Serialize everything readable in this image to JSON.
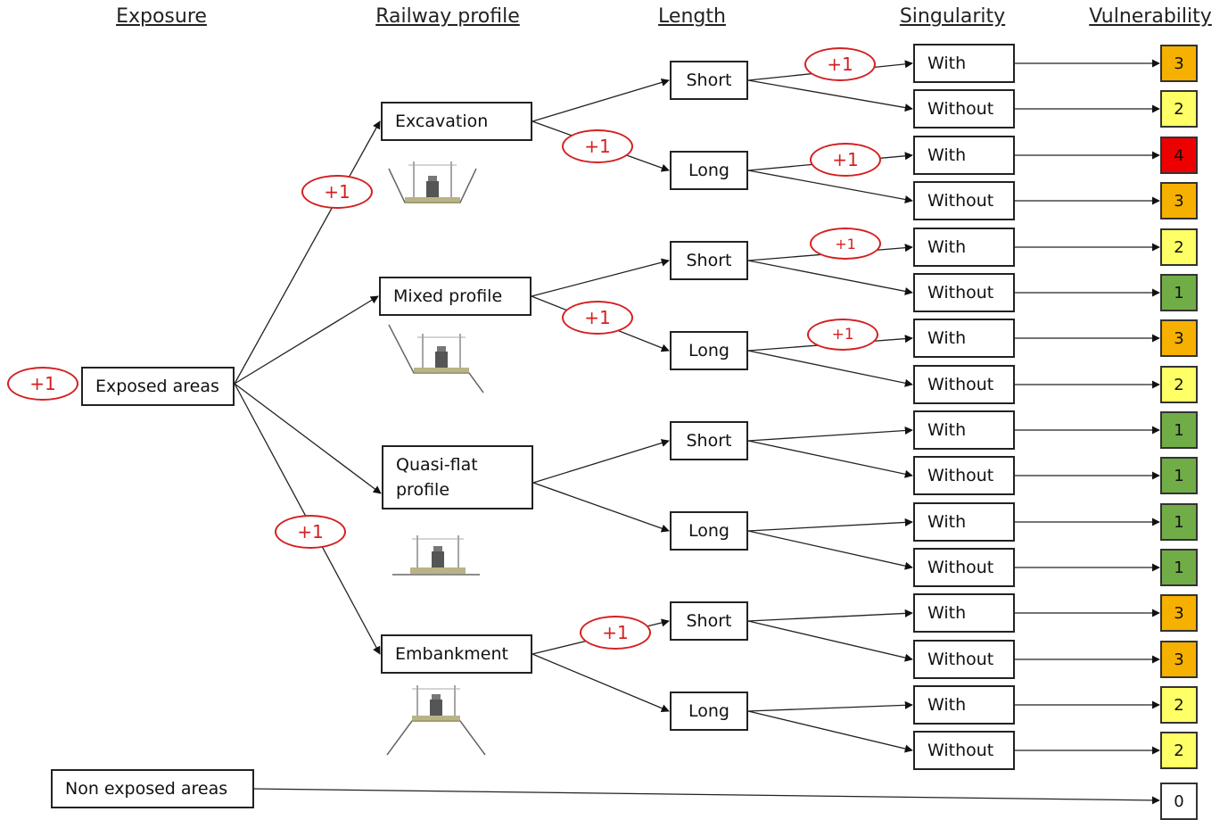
{
  "headers": {
    "exposure": "Exposure",
    "railway_profile": "Railway profile",
    "length": "Length",
    "singularity": "Singularity",
    "vulnerability": "Vulnerability"
  },
  "exposure": {
    "exposed": "Exposed areas",
    "non_exposed": "Non exposed areas"
  },
  "profiles": [
    "Excavation",
    "Mixed profile",
    "Quasi-flat profile",
    "Embankment"
  ],
  "lengths": [
    "Short",
    "Long",
    "Short",
    "Long",
    "Short",
    "Long",
    "Short",
    "Long"
  ],
  "singularity": [
    "With",
    "Without",
    "With",
    "Without",
    "With",
    "Without",
    "With",
    "Without",
    "With",
    "Without",
    "With",
    "Without",
    "With",
    "Without",
    "With",
    "Without"
  ],
  "vulnerability_scores": [
    {
      "label": "3",
      "color": "#f5b000"
    },
    {
      "label": "2",
      "color": "#ffff66"
    },
    {
      "label": "4",
      "color": "#ee0000"
    },
    {
      "label": "3",
      "color": "#f5b000"
    },
    {
      "label": "2",
      "color": "#ffff66"
    },
    {
      "label": "1",
      "color": "#70ad47"
    },
    {
      "label": "3",
      "color": "#f5b000"
    },
    {
      "label": "2",
      "color": "#ffff66"
    },
    {
      "label": "1",
      "color": "#70ad47"
    },
    {
      "label": "1",
      "color": "#70ad47"
    },
    {
      "label": "1",
      "color": "#70ad47"
    },
    {
      "label": "1",
      "color": "#70ad47"
    },
    {
      "label": "3",
      "color": "#f5b000"
    },
    {
      "label": "3",
      "color": "#f5b000"
    },
    {
      "label": "2",
      "color": "#ffff66"
    },
    {
      "label": "2",
      "color": "#ffff66"
    },
    {
      "label": "0",
      "color": "#ffffff"
    }
  ],
  "increment_label": "+1",
  "colors": {
    "line": "#222222",
    "badge": "#d42020"
  }
}
